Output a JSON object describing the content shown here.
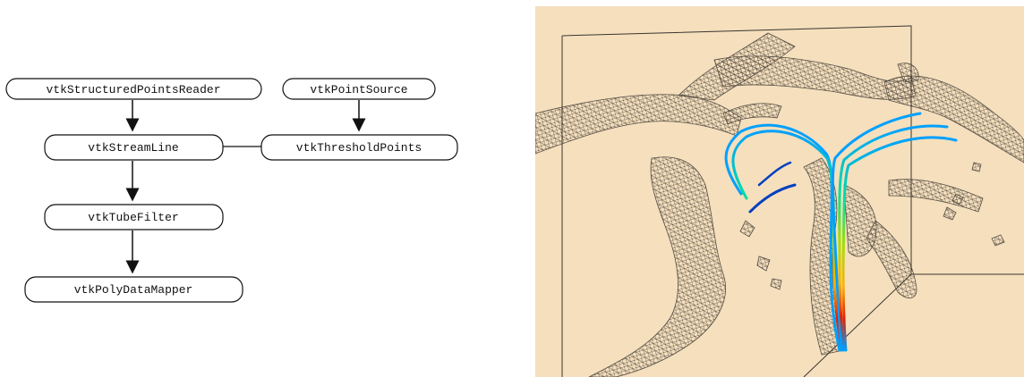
{
  "diagram": {
    "nodes": [
      {
        "id": "reader",
        "label": "vtkStructuredPointsReader"
      },
      {
        "id": "pointsource",
        "label": "vtkPointSource"
      },
      {
        "id": "streamline",
        "label": "vtkStreamLine"
      },
      {
        "id": "threshold",
        "label": "vtkThresholdPoints"
      },
      {
        "id": "tubefilter",
        "label": "vtkTubeFilter"
      },
      {
        "id": "mapper",
        "label": "vtkPolyDataMapper"
      }
    ]
  },
  "render": {
    "background_color": "#f5dfbd",
    "mesh_color": "#3a3530",
    "streamline_colormap": [
      "#0000c8",
      "#00a0ff",
      "#00e0a0",
      "#a0e000",
      "#ffb000",
      "#e02000"
    ]
  }
}
